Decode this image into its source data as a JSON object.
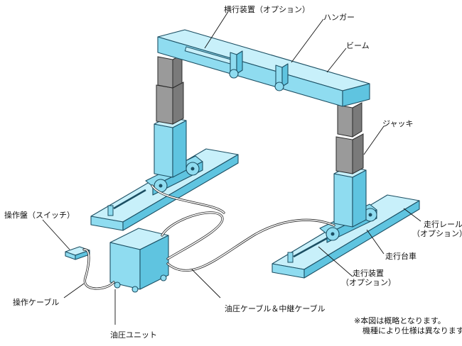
{
  "labels": {
    "traverse_device": "横行装置（オプション）",
    "hanger": "ハンガー",
    "beam": "ビーム",
    "jack": "ジャッキ",
    "control_panel": "操作盤（スイッチ）",
    "travel_rail_1": "走行レール",
    "travel_rail_2": "（オプション）",
    "travel_carriage": "走行台車",
    "travel_device_1": "走行装置",
    "travel_device_2": "（オプション）",
    "operation_cable": "操作ケーブル",
    "hydraulic_cable": "油圧ケーブル＆中継ケーブル",
    "hydraulic_unit": "油圧ユニット"
  },
  "note": {
    "line1": "※本図は概略となります。",
    "line2": "機種により仕様は異なります。"
  },
  "colors": {
    "steel_face": "#8fdcf0",
    "steel_top": "#c8f0fa",
    "steel_side": "#5fc4e0",
    "outline": "#1c4f63",
    "jack": "#9a9a9a"
  }
}
